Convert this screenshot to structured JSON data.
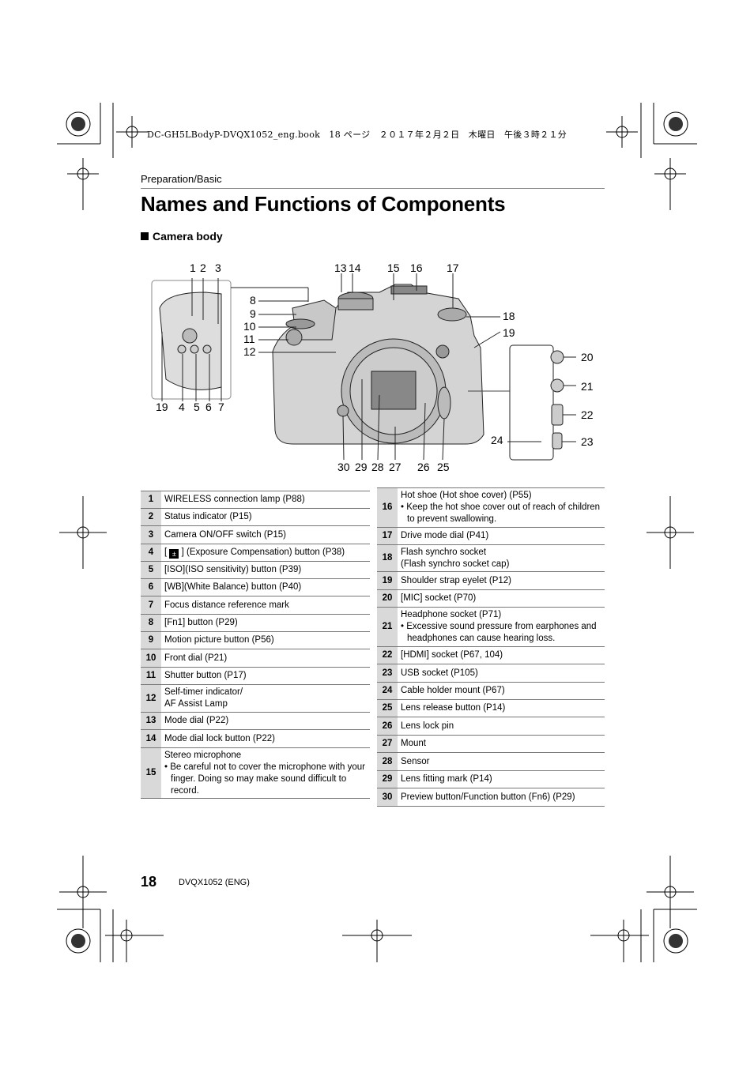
{
  "print_header": "DC-GH5LBodyP-DVQX1052_eng.book　18 ページ　２０１７年２月２日　木曜日　午後３時２１分",
  "section": "Preparation/Basic",
  "title": "Names and Functions of Components",
  "subheading": "Camera body",
  "callouts": [
    "1",
    "2",
    "3",
    "4",
    "5",
    "6",
    "7",
    "8",
    "9",
    "10",
    "11",
    "12",
    "13",
    "14",
    "15",
    "16",
    "17",
    "18",
    "19",
    "19",
    "20",
    "21",
    "22",
    "23",
    "24",
    "25",
    "26",
    "27",
    "28",
    "29",
    "30"
  ],
  "left_rows": [
    {
      "num": "1",
      "lines": [
        "WIRELESS connection lamp (P88)"
      ]
    },
    {
      "num": "2",
      "lines": [
        "Status indicator (P15)"
      ]
    },
    {
      "num": "3",
      "lines": [
        "Camera ON/OFF switch (P15)"
      ]
    },
    {
      "num": "4",
      "prefix": "[",
      "suffix": "] (Exposure Compensation) button (P38)"
    },
    {
      "num": "5",
      "prefix": "[ISO]",
      "suffix": "(ISO sensitivity) button (P39)"
    },
    {
      "num": "6",
      "prefix": "[WB]",
      "suffix": "(White Balance) button (P40)"
    },
    {
      "num": "7",
      "lines": [
        "Focus distance reference mark"
      ]
    },
    {
      "num": "8",
      "lines": [
        "[Fn1] button (P29)"
      ]
    },
    {
      "num": "9",
      "lines": [
        "Motion picture button (P56)"
      ]
    },
    {
      "num": "10",
      "lines": [
        "Front dial (P21)"
      ]
    },
    {
      "num": "11",
      "lines": [
        "Shutter button (P17)"
      ]
    },
    {
      "num": "12",
      "lines": [
        "Self-timer indicator/",
        "AF Assist Lamp"
      ]
    },
    {
      "num": "13",
      "lines": [
        "Mode dial (P22)"
      ]
    },
    {
      "num": "14",
      "lines": [
        "Mode dial lock button (P22)"
      ]
    },
    {
      "num": "15",
      "lines": [
        "Stereo microphone"
      ],
      "bullet": "• Be careful not to cover the microphone with your finger. Doing so may make sound difficult to record."
    }
  ],
  "right_rows": [
    {
      "num": "16",
      "lines": [
        "Hot shoe (Hot shoe cover) (P55)"
      ],
      "bullet": "• Keep the hot shoe cover out of reach of children to prevent swallowing."
    },
    {
      "num": "17",
      "lines": [
        "Drive mode dial (P41)"
      ]
    },
    {
      "num": "18",
      "lines": [
        "Flash synchro socket",
        "(Flash synchro socket cap)"
      ]
    },
    {
      "num": "19",
      "lines": [
        "Shoulder strap eyelet (P12)"
      ]
    },
    {
      "num": "20",
      "lines": [
        "[MIC] socket (P70)"
      ]
    },
    {
      "num": "21",
      "lines": [
        "Headphone socket (P71)"
      ],
      "bullet": "• Excessive sound pressure from earphones and headphones can cause hearing loss."
    },
    {
      "num": "22",
      "lines": [
        "[HDMI] socket (P67, 104)"
      ]
    },
    {
      "num": "23",
      "lines": [
        "USB socket (P105)"
      ]
    },
    {
      "num": "24",
      "lines": [
        "Cable holder mount (P67)"
      ]
    },
    {
      "num": "25",
      "lines": [
        "Lens release button (P14)"
      ]
    },
    {
      "num": "26",
      "lines": [
        "Lens lock pin"
      ]
    },
    {
      "num": "27",
      "lines": [
        "Mount"
      ]
    },
    {
      "num": "28",
      "lines": [
        "Sensor"
      ]
    },
    {
      "num": "29",
      "lines": [
        "Lens fitting mark (P14)"
      ]
    },
    {
      "num": "30",
      "lines": [
        "Preview button/Function button (Fn6) (P29)"
      ]
    }
  ],
  "page_number": "18",
  "model_code": "DVQX1052 (ENG)"
}
